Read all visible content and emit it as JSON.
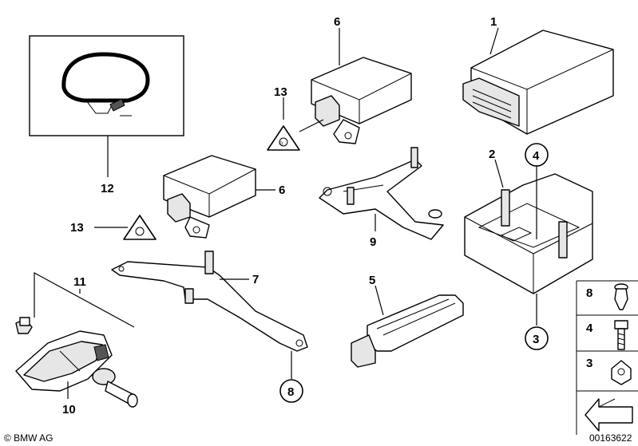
{
  "callouts": {
    "c1": "1",
    "c2": "2",
    "c3": "3",
    "c4": "4",
    "c5": "5",
    "c6a": "6",
    "c6b": "6",
    "c7": "7",
    "c8": "8",
    "c9": "9",
    "c10": "10",
    "c11": "11",
    "c12": "12",
    "c13a": "13",
    "c13b": "13"
  },
  "legend": {
    "l8": "8",
    "l4": "4",
    "l3": "3"
  },
  "footer": {
    "copyright": "© BMW AG",
    "diagram_number": "00163622"
  }
}
